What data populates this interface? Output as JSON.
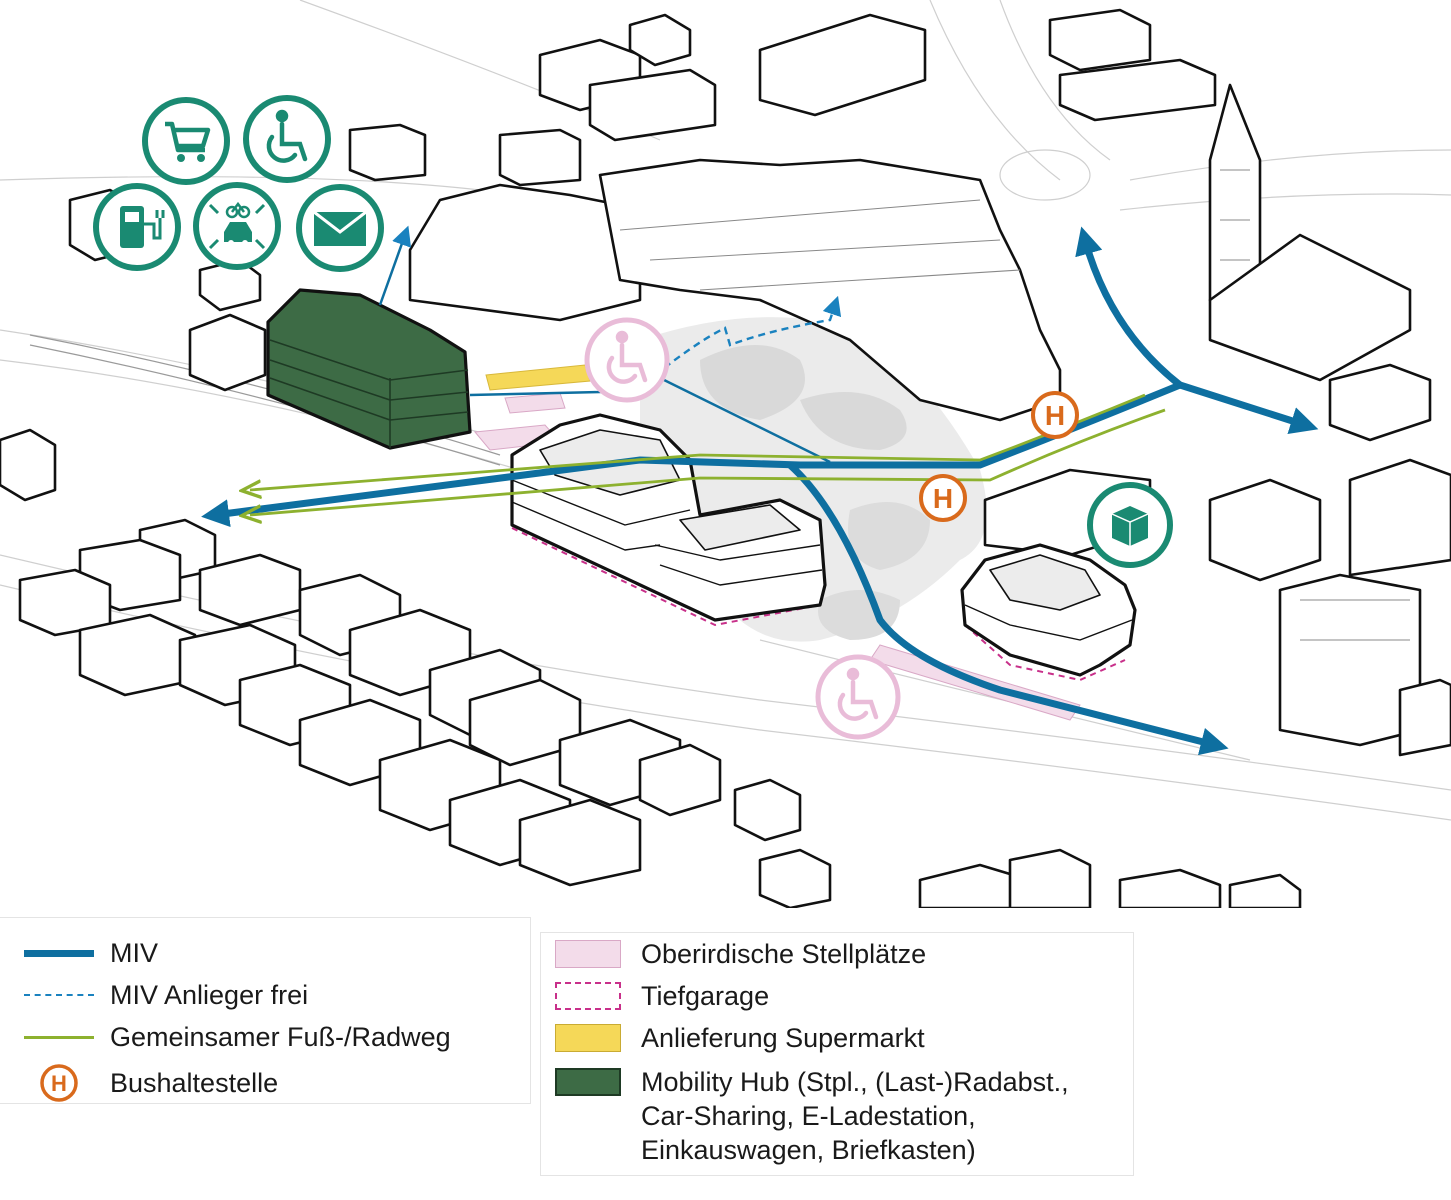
{
  "map": {
    "bus_stop_letter": "H"
  },
  "legend": {
    "left": [
      {
        "key": "miv",
        "label": "MIV",
        "color": "#0e6fa0"
      },
      {
        "key": "miv-anlieger",
        "label": "MIV Anlieger frei",
        "color": "#1a82bf"
      },
      {
        "key": "fuss-radweg",
        "label": "Gemeinsamer Fuß-/Radweg",
        "color": "#8db12f"
      },
      {
        "key": "bushaltestelle",
        "label": "Bushaltestelle",
        "color": "#d96a1c"
      }
    ],
    "right": [
      {
        "key": "stellplaetze",
        "label": "Oberirdische Stellplätze",
        "color": "#f3dcea"
      },
      {
        "key": "tiefgarage",
        "label": "Tiefgarage",
        "color": "#c8308a"
      },
      {
        "key": "anlieferung",
        "label": "Anlieferung Supermarkt",
        "color": "#f5d858"
      },
      {
        "key": "mobility-hub",
        "lines": [
          "Mobility Hub (Stpl., (Last-)Radabst.,",
          "Car-Sharing, E-Ladestation,",
          "Einkauswagen, Briefkasten)"
        ],
        "color": "#3d6b45"
      }
    ]
  },
  "icons": {
    "hub_cluster": [
      "shopping-cart-icon",
      "wheelchair-icon",
      "charging-station-icon",
      "car-bike-sharing-icon",
      "mail-icon"
    ],
    "accessible_parking": "wheelchair-icon",
    "delivery": "cube-icon",
    "teal": "#1a8a72",
    "pink": "#e9bcd8"
  }
}
